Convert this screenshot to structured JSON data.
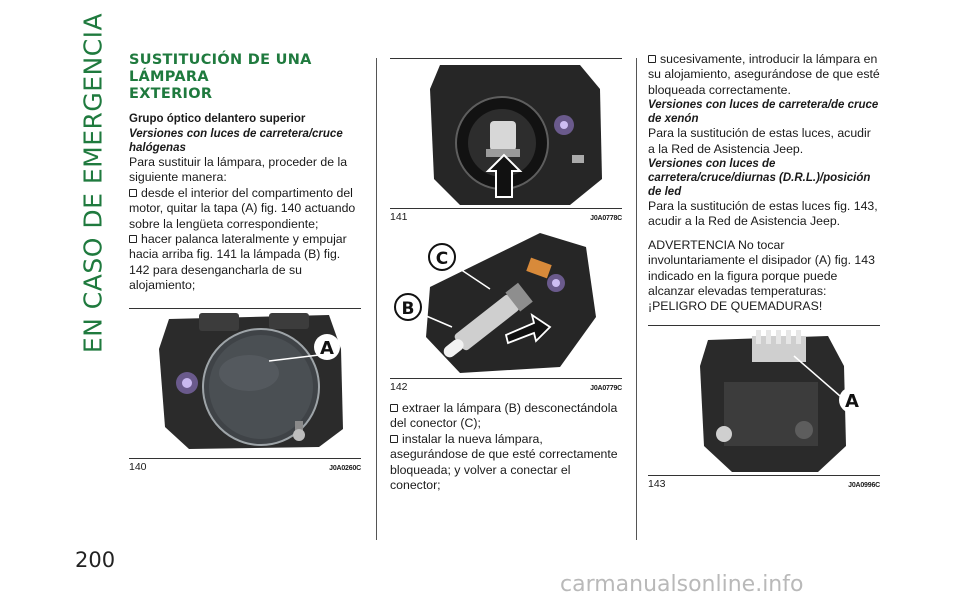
{
  "side_tab": "EN CASO DE EMERGENCIA",
  "page_number": "200",
  "watermark": "carmanualsonline.info",
  "col1": {
    "title_line1": "SUSTITUCIÓN DE UNA LÁMPARA",
    "title_line2": "EXTERIOR",
    "subtitle": "Grupo óptico delantero superior",
    "variant": "Versiones con luces de carretera/cruce halógenas",
    "intro": "Para sustituir la lámpara, proceder de la siguiente manera:",
    "step1": "desde el interior del compartimento del motor, quitar la tapa (A) fig. 140 actuando sobre la lengüeta correspondiente;",
    "step2": "hacer palanca lateralmente y empujar hacia arriba fig. 141 la lámpada (B) fig. 142 para desengancharla de su alojamiento;",
    "figure": {
      "number": "140",
      "code": "J0A0260C",
      "label_a": "A"
    }
  },
  "col2": {
    "figure1": {
      "number": "141",
      "code": "J0A0778C"
    },
    "figure2": {
      "number": "142",
      "code": "J0A0779C",
      "label_b": "B",
      "label_c": "C"
    },
    "step3": "extraer la lámpara (B) desconectándola del conector (C);",
    "step4": "instalar la nueva lámpara, asegurándose de que esté correctamente bloqueada; y volver a conectar el conector;"
  },
  "col3": {
    "step5": "sucesivamente, introducir la lámpara en su alojamiento, asegurándose de que esté bloqueada correctamente.",
    "variant_xenon": "Versiones con luces de carretera/de cruce de xenón",
    "xenon_text": "Para la sustitución de estas luces, acudir a la Red de Asistencia Jeep.",
    "variant_led": "Versiones con luces de carretera/cruce/diurnas (D.R.L.)/posición de led",
    "led_text": "Para la sustitución de estas luces fig. 143, acudir a la Red de Asistencia Jeep.",
    "warning": "ADVERTENCIA No tocar involuntariamente el disipador (A) fig. 143 indicado en la figura porque puede alcanzar elevadas temperaturas: ¡PELIGRO DE QUEMADURAS!",
    "figure": {
      "number": "143",
      "code": "J0A0996C",
      "label_a": "A"
    }
  },
  "colors": {
    "accent_green": "#1f7a3e",
    "rule": "#333333"
  }
}
